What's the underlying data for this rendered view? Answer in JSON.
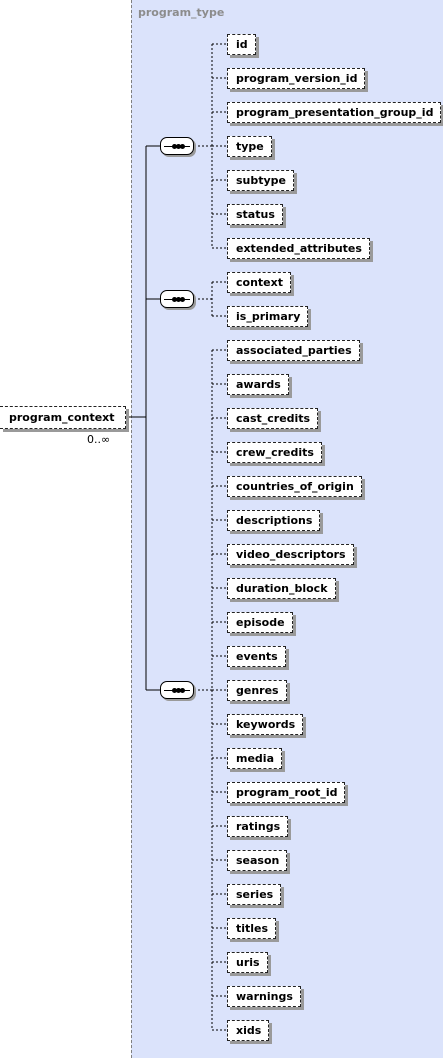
{
  "complex_type": {
    "name": "program_type"
  },
  "root_element": {
    "name": "program_context",
    "cardinality": "0..∞"
  },
  "sequences": [
    {
      "elements": [
        "id",
        "program_version_id",
        "program_presentation_group_id",
        "type",
        "subtype",
        "status",
        "extended_attributes"
      ]
    },
    {
      "elements": [
        "context",
        "is_primary"
      ]
    },
    {
      "elements": [
        "associated_parties",
        "awards",
        "cast_credits",
        "crew_credits",
        "countries_of_origin",
        "descriptions",
        "video_descriptors",
        "duration_block",
        "episode",
        "events",
        "genres",
        "keywords",
        "media",
        "program_root_id",
        "ratings",
        "season",
        "series",
        "titles",
        "uris",
        "warnings",
        "xids"
      ]
    }
  ]
}
